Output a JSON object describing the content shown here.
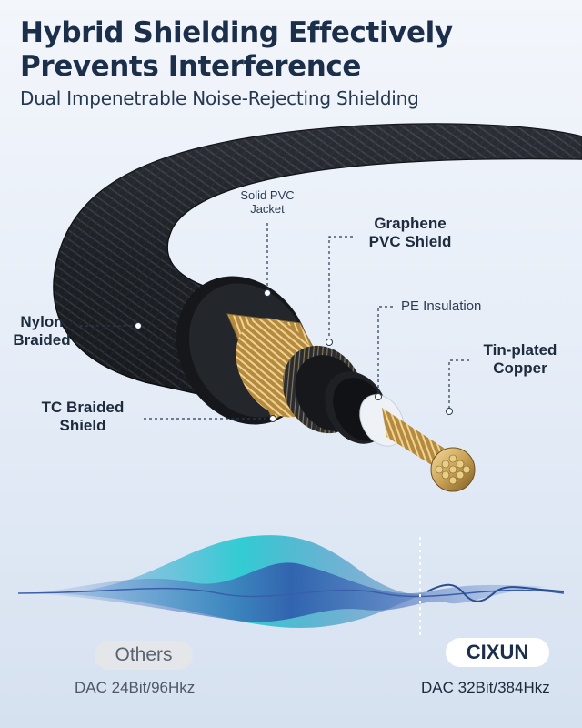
{
  "header": {
    "title": "Hybrid Shielding Effectively Prevents Interference",
    "subtitle": "Dual Impenetrable Noise-Rejecting Shielding"
  },
  "labels": {
    "solid_pvc": "Solid PVC Jacket",
    "graphene": "Graphene PVC Shield",
    "pe_insulation": "PE Insulation",
    "nylon": "Nylon Braided",
    "tin_copper": "Tin-plated Copper",
    "tc_braided": "TC Braided Shield"
  },
  "comparison": {
    "others_label": "Others",
    "others_spec": "DAC 24Bit/96Hkz",
    "brand_label": "CIXUN",
    "brand_spec": "DAC 32Bit/384Hkz"
  },
  "colors": {
    "title": "#1c2f4a",
    "cable_jacket": "#1e2126",
    "copper_gold": "#c9a257",
    "wave_teal": "#2fb8c9",
    "wave_blue": "#3a5fa8"
  }
}
